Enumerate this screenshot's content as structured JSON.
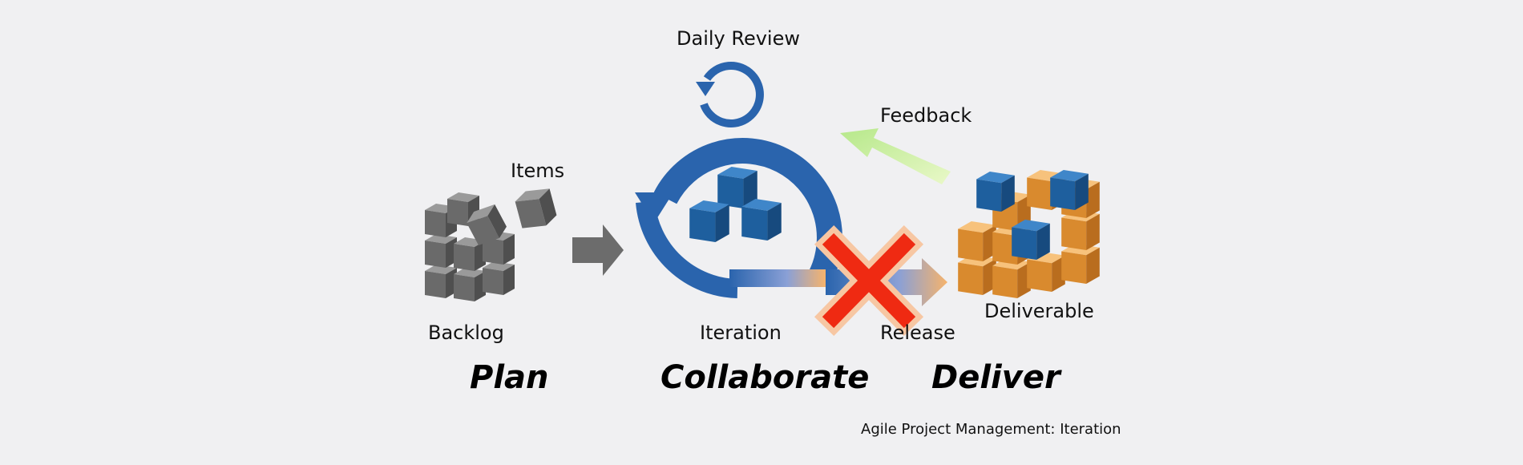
{
  "labels": {
    "daily_review": "Daily Review",
    "feedback": "Feedback",
    "items": "Items",
    "backlog": "Backlog",
    "iteration": "Iteration",
    "release": "Release",
    "deliverable": "Deliverable"
  },
  "phases": {
    "plan": "Plan",
    "collaborate": "Collaborate",
    "deliver": "Deliver"
  },
  "caption": "Agile Project Management: Iteration",
  "colors": {
    "background": "#f0f0f2",
    "cycle_blue": "#2a64ad",
    "cube_gray": "#6c6c6c",
    "cube_blue": "#1e5f9e",
    "cube_orange": "#f2a84d",
    "feedback_green": "#d2f1a6",
    "release_arrow": "#f6b36c",
    "x_red": "#ef2a12"
  },
  "icons": [
    "backlog-cubes-icon",
    "items-cube-icon",
    "plan-arrow-icon",
    "iteration-cycle-icon",
    "daily-review-loop-icon",
    "iteration-cubes-icon",
    "release-arrow-icon",
    "blocked-x-icon",
    "deliverable-cubes-icon",
    "feedback-arrow-icon"
  ]
}
